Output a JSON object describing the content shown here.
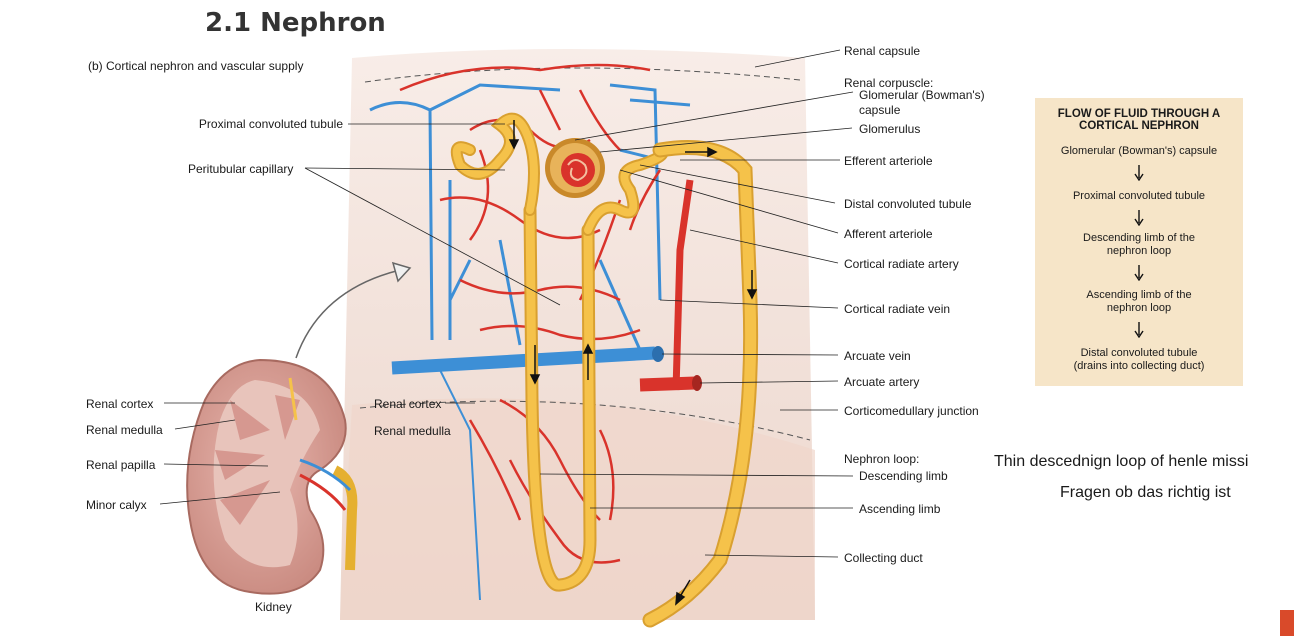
{
  "slide": {
    "title": "2.1 Nephron",
    "subtitle": "(b) Cortical nephron and vascular supply"
  },
  "labels": {
    "renal_capsule": "Renal capsule",
    "renal_corpuscle": "Renal corpuscle:",
    "glomerular_capsule_1": "Glomerular (Bowman's)",
    "glomerular_capsule_2": "capsule",
    "glomerulus": "Glomerulus",
    "efferent_arteriole": "Efferent arteriole",
    "distal_convoluted_tubule": "Distal convoluted tubule",
    "afferent_arteriole": "Afferent arteriole",
    "cortical_radiate_artery": "Cortical radiate artery",
    "cortical_radiate_vein": "Cortical radiate vein",
    "arcuate_vein": "Arcuate vein",
    "arcuate_artery": "Arcuate artery",
    "corticomedullary_junction": "Corticomedullary junction",
    "nephron_loop": "Nephron loop:",
    "descending_limb": "Descending limb",
    "ascending_limb": "Ascending limb",
    "collecting_duct": "Collecting duct",
    "proximal_convoluted_tubule": "Proximal convoluted tubule",
    "peritubular_capillary": "Peritubular capillary",
    "kidney_renal_cortex": "Renal cortex",
    "kidney_renal_medulla": "Renal medulla",
    "kidney_renal_papilla": "Renal papilla",
    "kidney_minor_calyx": "Minor calyx",
    "kidney": "Kidney",
    "zone_renal_cortex": "Renal cortex",
    "zone_renal_medulla": "Renal medulla"
  },
  "flow_box": {
    "title_line1": "FLOW OF FLUID THROUGH A",
    "title_line2": "CORTICAL NEPHRON",
    "steps": [
      [
        "Glomerular (Bowman's) capsule"
      ],
      [
        "Proximal convoluted tubule"
      ],
      [
        "Descending limb of the",
        "nephron loop"
      ],
      [
        "Ascending limb of the",
        "nephron loop"
      ],
      [
        "Distal convoluted tubule",
        "(drains into collecting duct)"
      ]
    ]
  },
  "notes": {
    "line1": "Thin descednign loop of henle missi",
    "line2": "Fragen ob das richtig ist"
  },
  "colors": {
    "artery": "#d9332b",
    "vein": "#3d8fd6",
    "tubule": "#f5c24a",
    "tubule_edge": "#d9a030",
    "tissue": "#f3e3dc",
    "medulla": "#efd8cf",
    "flow_box_bg": "#f6e5c8"
  }
}
